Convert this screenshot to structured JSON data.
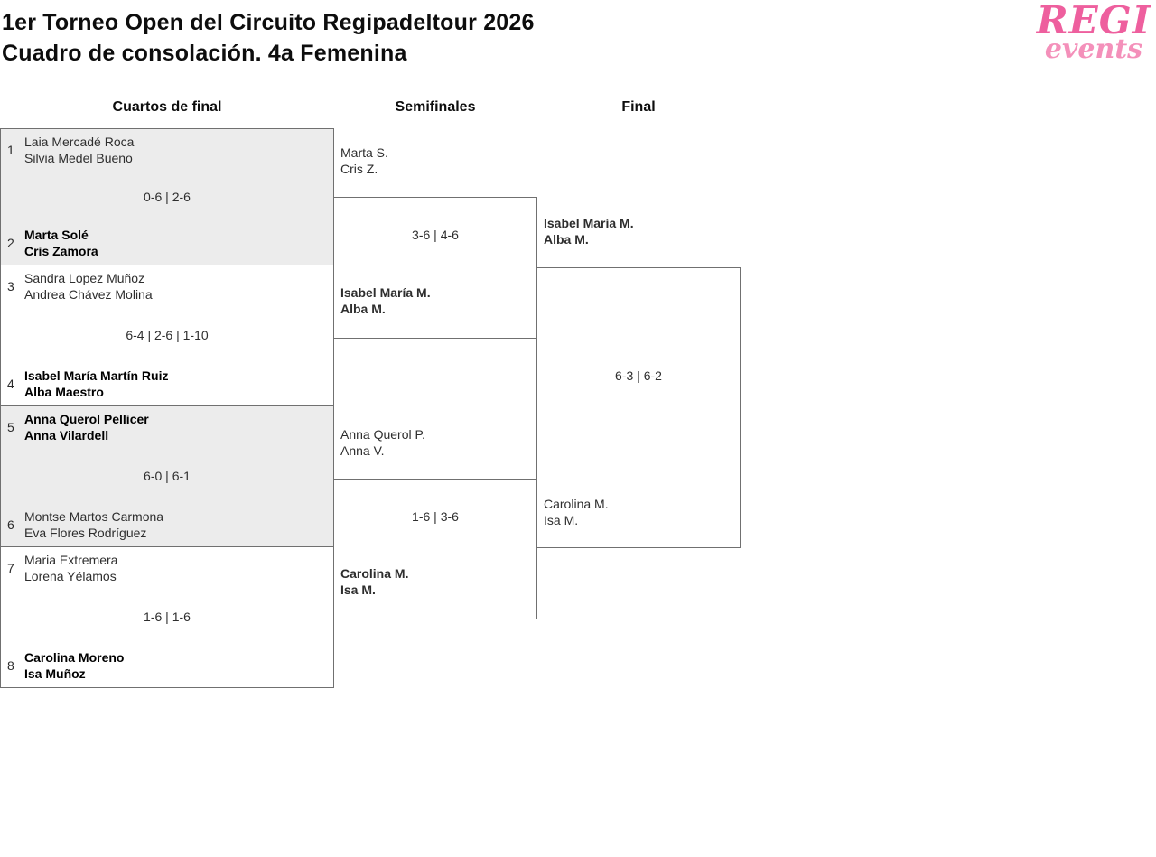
{
  "header": {
    "title_line1": "1er Torneo Open del Circuito Regipadeltour 2026",
    "title_line2": "Cuadro de consolación. 4a Femenina"
  },
  "logo": {
    "line1": "REGI",
    "line2": "events",
    "color_primary": "#ee5f9e",
    "color_secondary": "#f490ba"
  },
  "columns": {
    "quarterfinals": "Cuartos de final",
    "semifinals": "Semifinales",
    "final": "Final"
  },
  "bracket": {
    "quarterfinals": [
      {
        "seed_top": "1",
        "team_top": [
          "Laia Mercadé Roca",
          "Silvia Medel Bueno"
        ],
        "top_winner": false,
        "score": "0-6 | 2-6",
        "seed_bottom": "2",
        "team_bottom": [
          "Marta Solé",
          "Cris Zamora"
        ],
        "bottom_winner": true
      },
      {
        "seed_top": "3",
        "team_top": [
          "Sandra Lopez Muñoz",
          "Andrea Chávez Molina"
        ],
        "top_winner": false,
        "score": "6-4 | 2-6 | 1-10",
        "seed_bottom": "4",
        "team_bottom": [
          "Isabel María Martín Ruiz",
          "Alba Maestro"
        ],
        "bottom_winner": true
      },
      {
        "seed_top": "5",
        "team_top": [
          "Anna Querol Pellicer",
          "Anna Vilardell"
        ],
        "top_winner": true,
        "score": "6-0 | 6-1",
        "seed_bottom": "6",
        "team_bottom": [
          "Montse Martos Carmona",
          "Eva Flores Rodríguez"
        ],
        "bottom_winner": false
      },
      {
        "seed_top": "7",
        "team_top": [
          "Maria Extremera",
          "Lorena Yélamos"
        ],
        "top_winner": false,
        "score": "1-6 | 1-6",
        "seed_bottom": "8",
        "team_bottom": [
          "Carolina Moreno",
          "Isa Muñoz"
        ],
        "bottom_winner": true
      }
    ],
    "semifinals": [
      {
        "team_top": [
          "Marta S.",
          "Cris Z."
        ],
        "top_winner": false,
        "score": "3-6 | 4-6",
        "team_bottom": [
          "Isabel María M.",
          "Alba M."
        ],
        "bottom_winner": true
      },
      {
        "team_top": [
          "Anna Querol P.",
          "Anna V."
        ],
        "top_winner": false,
        "score": "1-6 | 3-6",
        "team_bottom": [
          "Carolina M.",
          "Isa M."
        ],
        "bottom_winner": true
      }
    ],
    "final": {
      "team_top": [
        "Isabel María M.",
        "Alba M."
      ],
      "top_winner": true,
      "score": "6-3 | 6-2",
      "team_bottom": [
        "Carolina M.",
        "Isa M."
      ],
      "bottom_winner": false
    }
  }
}
